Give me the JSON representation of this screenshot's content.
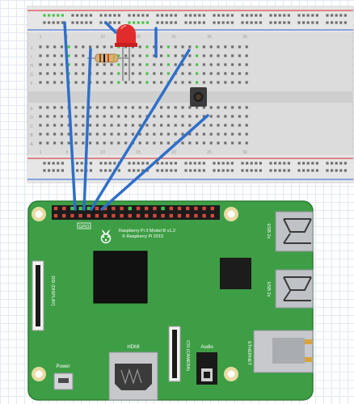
{
  "breadboard": {
    "column_numbers": [
      "1",
      "5",
      "10",
      "15",
      "20",
      "25",
      "30"
    ],
    "row_letters_top": [
      "J",
      "I",
      "H",
      "G",
      "F"
    ],
    "row_letters_bottom": [
      "E",
      "D",
      "C",
      "B",
      "A"
    ]
  },
  "board": {
    "model_text": "Raspberry Pi 3 Model B v1.2",
    "copyright_text": "© Raspberry Pi 2015",
    "usb_label_top": "USB 2x",
    "usb_label_bottom": "USB 2x",
    "display_label": "DSI (DISPLAY)",
    "hdmi_label": "HDMI",
    "camera_label": "CSI (CAMERA)",
    "audio_label": "Audio",
    "ethernet_label": "ETHERNET",
    "power_label": "Power",
    "gpio_label": "GPIO"
  },
  "colors": {
    "pcb": "#3e9e45",
    "wire": "#2f6fc9",
    "led": "#e22b2b",
    "rail_red": "#d94b4b",
    "rail_blue": "#4f7bd6",
    "hole_green": "#4bc24b"
  },
  "icons": [
    "raspberry-logo-icon",
    "resistor-icon",
    "led-icon",
    "push-button-icon"
  ]
}
